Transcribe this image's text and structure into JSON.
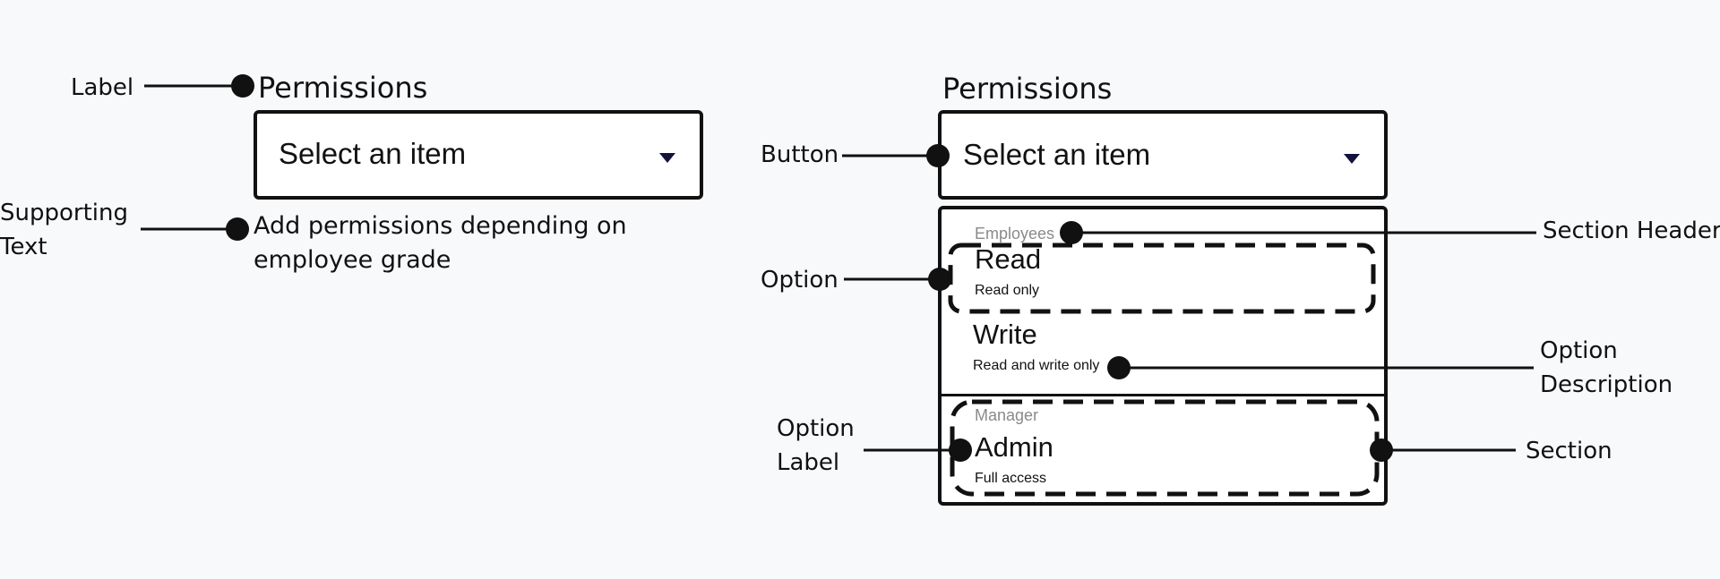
{
  "annotations": {
    "label": "Label",
    "supporting_text_line1": "Supporting",
    "supporting_text_line2": "Text",
    "button": "Button",
    "option": "Option",
    "option_label_line1": "Option",
    "option_label_line2": "Label",
    "section_header": "Section Header",
    "option_description_line1": "Option",
    "option_description_line2": "Description",
    "section": "Section"
  },
  "left_dropdown": {
    "title": "Permissions",
    "button_text": "Select an item",
    "supporting_line1": "Add permissions depending on",
    "supporting_line2": "employee grade"
  },
  "right_dropdown": {
    "title": "Permissions",
    "button_text": "Select an item",
    "sections": [
      {
        "header": "Employees",
        "options": [
          {
            "label": "Read",
            "description": "Read only"
          },
          {
            "label": "Write",
            "description": "Read and write only"
          }
        ]
      },
      {
        "header": "Manager",
        "options": [
          {
            "label": "Admin",
            "description": "Full access"
          }
        ]
      }
    ]
  },
  "colors": {
    "background": "#f8f9fb",
    "ink": "#111111",
    "caret": "#14123a",
    "section_header": "#8a8a8a"
  }
}
